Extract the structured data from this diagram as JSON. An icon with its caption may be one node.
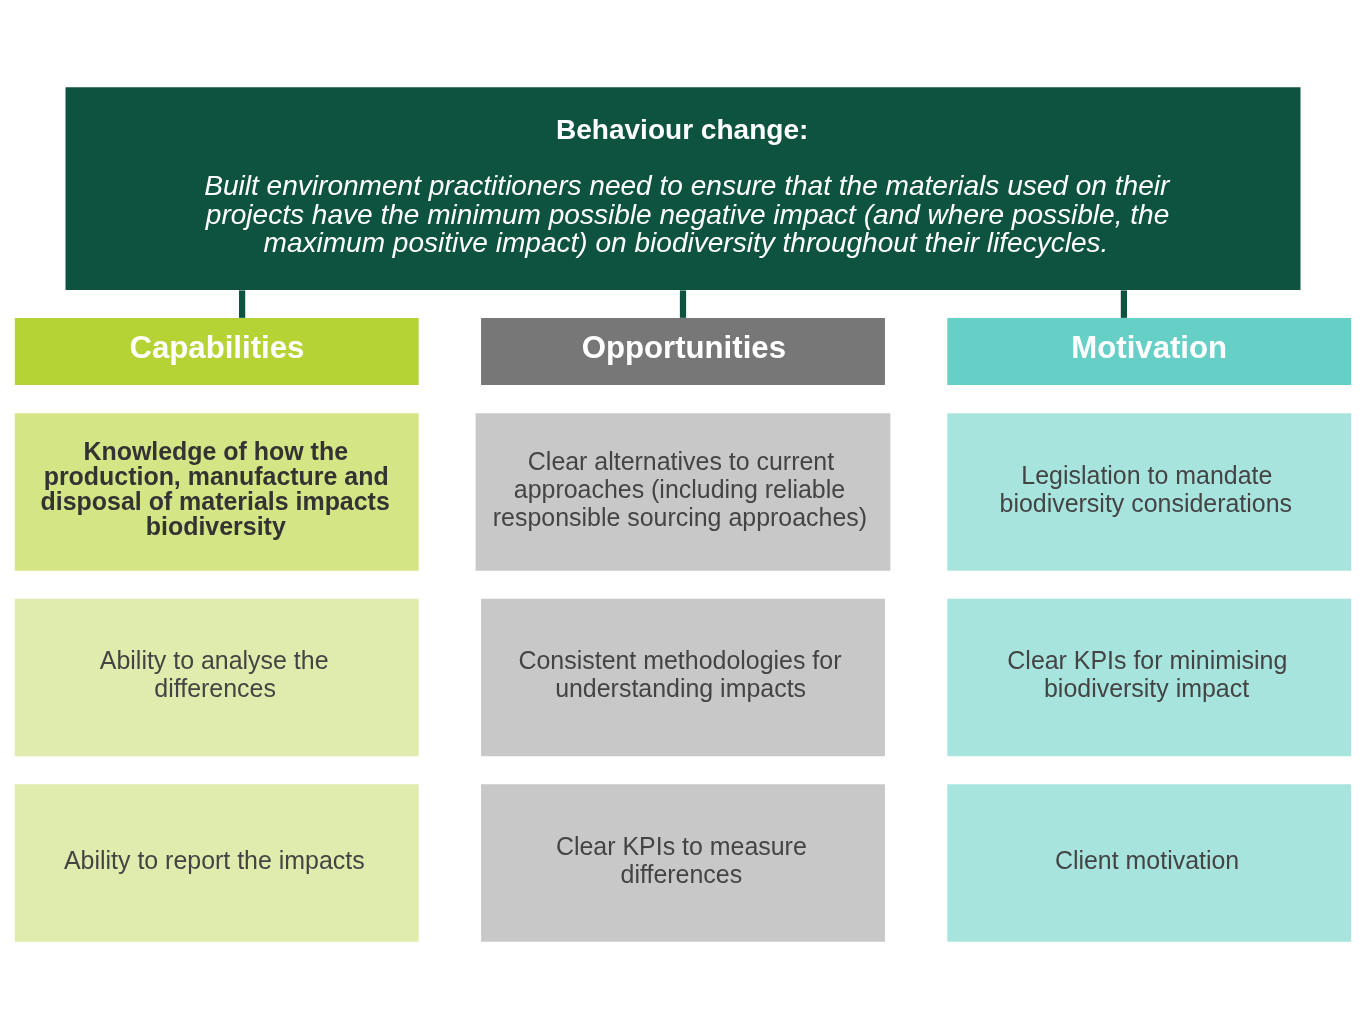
{
  "diagram": {
    "nodes": [
      {
        "text": [
          "Behaviour change:",
          "Built environment practitioners need to ensure that the materials used on their projects have the minimum possible negative impact (and where possible, the maximum positive impact) on biodiversity throughout their lifecycles."
        ]
      },
      {
        "text": [
          "Capabilities"
        ]
      },
      {
        "text": [
          "Opportunities"
        ]
      },
      {
        "text": [
          "Motivation"
        ]
      },
      {
        "text": [
          "Knowledge of how the production, manufacture and disposal of materials impacts biodiversity"
        ]
      },
      {
        "text": [
          "Clear alternatives to current approaches (including reliable responsible sourcing approaches)"
        ]
      },
      {
        "text": [
          "Legislation to mandate biodiversity considerations"
        ]
      },
      {
        "text": [
          "Ability to analyse the differences"
        ]
      },
      {
        "text": [
          "Consistent methodologies for understanding impacts"
        ]
      },
      {
        "text": [
          "Clear KPIs for minimising biodiversity impact"
        ]
      },
      {
        "text": [
          "Ability to report the impacts"
        ]
      },
      {
        "text": [
          "Clear KPIs to measure differences"
        ]
      },
      {
        "text": [
          "Client motivation"
        ]
      }
    ],
    "edges": [
      {
        "from": 0,
        "to": 1,
        "arrow": "none"
      },
      {
        "from": 0,
        "to": 2,
        "arrow": "none"
      },
      {
        "from": 0,
        "to": 3,
        "arrow": "none"
      }
    ]
  }
}
